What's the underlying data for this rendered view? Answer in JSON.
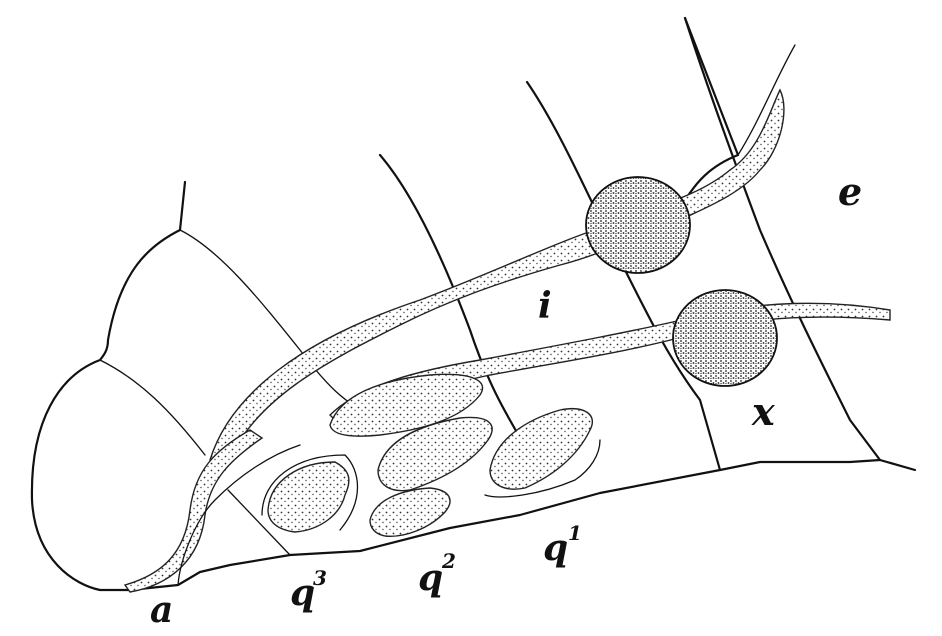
{
  "labels": {
    "e": "e",
    "i": "i",
    "x": "x",
    "a": "a",
    "q3_base": "q",
    "q3_sup": "3",
    "q2_base": "q",
    "q2_sup": "2",
    "q1_base": "q",
    "q1_sup": "1"
  }
}
